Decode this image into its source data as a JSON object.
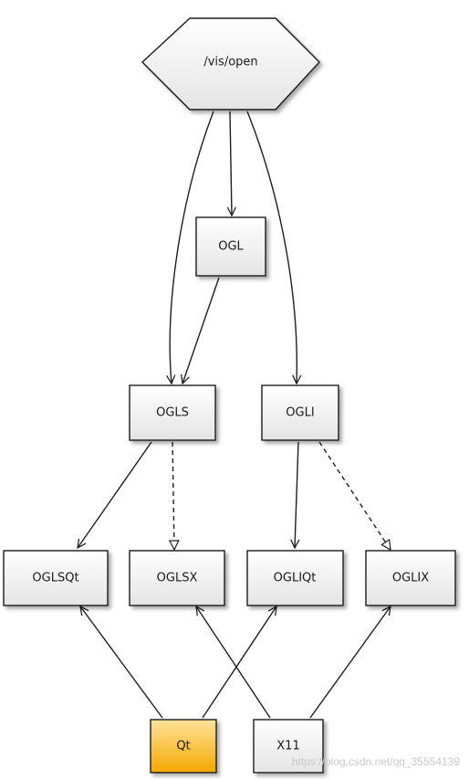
{
  "diagram": {
    "nodes": {
      "vis_open": {
        "label": "/vis/open"
      },
      "ogl": {
        "label": "OGL"
      },
      "ogls": {
        "label": "OGLS"
      },
      "ogli": {
        "label": "OGLI"
      },
      "oglsqt": {
        "label": "OGLSQt"
      },
      "oglsx": {
        "label": "OGLSX"
      },
      "ogliqt": {
        "label": "OGLIQt"
      },
      "oglix": {
        "label": "OGLIX"
      },
      "qt": {
        "label": "Qt"
      },
      "x11": {
        "label": "X11"
      }
    },
    "edges": [
      {
        "from": "vis_open",
        "to": "ogl",
        "style": "solid-arrow"
      },
      {
        "from": "vis_open",
        "to": "ogls",
        "style": "solid-arrow"
      },
      {
        "from": "vis_open",
        "to": "ogli",
        "style": "solid-arrow"
      },
      {
        "from": "ogl",
        "to": "ogls",
        "style": "solid-arrow"
      },
      {
        "from": "ogls",
        "to": "oglsqt",
        "style": "solid-arrow"
      },
      {
        "from": "ogls",
        "to": "oglsx",
        "style": "dashed-hollow"
      },
      {
        "from": "ogli",
        "to": "ogliqt",
        "style": "solid-arrow"
      },
      {
        "from": "ogli",
        "to": "oglix",
        "style": "dashed-hollow"
      },
      {
        "from": "qt",
        "to": "oglsqt",
        "style": "solid-arrow"
      },
      {
        "from": "qt",
        "to": "ogliqt",
        "style": "solid-arrow"
      },
      {
        "from": "x11",
        "to": "oglsx",
        "style": "solid-arrow"
      },
      {
        "from": "x11",
        "to": "oglix",
        "style": "solid-arrow"
      }
    ],
    "colors": {
      "node_fill_top": "#ffffff",
      "node_fill_bottom": "#e4e4e4",
      "highlight_fill_top": "#ffe29a",
      "highlight_fill_bottom": "#f5a800",
      "stroke": "#1f1f1f"
    }
  },
  "watermark": "https://blog.csdn.net/qq_35554139"
}
